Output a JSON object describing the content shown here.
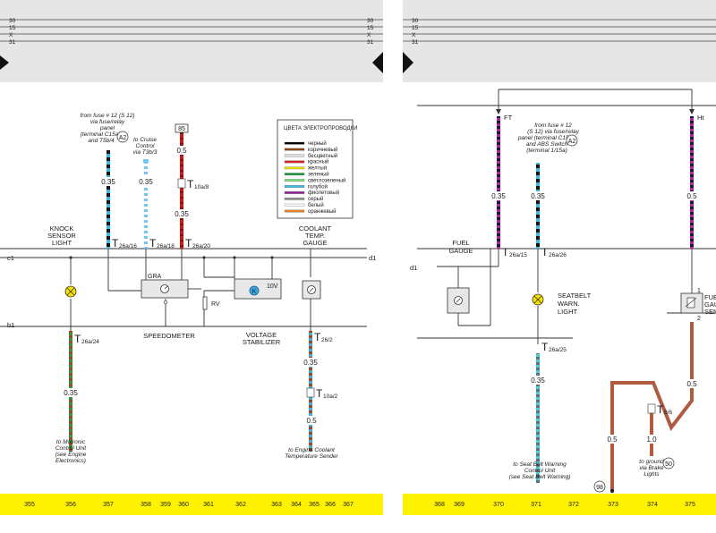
{
  "header": {
    "rows": [
      "30",
      "15",
      "X",
      "31"
    ]
  },
  "footer": {
    "left": [
      "355",
      "356",
      "357",
      "358",
      "359",
      "360",
      "361",
      "362",
      "363",
      "364",
      "365",
      "366",
      "367"
    ],
    "right": [
      "368",
      "369",
      "370",
      "371",
      "372",
      "373",
      "374",
      "375"
    ]
  },
  "legend": {
    "title": "ЦВЕТА ЭЛЕКТРОПРОВОДКИ",
    "items": [
      {
        "label": "черный",
        "color": "#000000"
      },
      {
        "label": "коричневый",
        "color": "#8b4513"
      },
      {
        "label": "бесцветный",
        "color": "#dddddd"
      },
      {
        "label": "красный",
        "color": "#e02020"
      },
      {
        "label": "желтый",
        "color": "#f0e000"
      },
      {
        "label": "зеленый",
        "color": "#1a9a3a"
      },
      {
        "label": "светлозеленый",
        "color": "#7fe07f"
      },
      {
        "label": "голубой",
        "color": "#40c0e0"
      },
      {
        "label": "фиолетовый",
        "color": "#9020a0"
      },
      {
        "label": "серый",
        "color": "#909090"
      },
      {
        "label": "белый",
        "color": "#ffffff"
      },
      {
        "label": "оранжевый",
        "color": "#f08020"
      }
    ]
  },
  "bus": {
    "c1": "c1",
    "d1": "d1",
    "b1": "b1"
  },
  "fuse_box": "85",
  "notes": {
    "fuse12_left": [
      "from fuse # 12 (S 12)",
      "via fuse/relay",
      "panel",
      "(terminal C15a),",
      "and T5b/4"
    ],
    "a2": "A2",
    "cruise": [
      "to Cruise",
      "Control",
      "via T3b/3"
    ],
    "fuse12_right": [
      "from fuse # 12",
      "(S 12) via fuse/relay",
      "panel (terminal C15a),",
      "and ABS Switch",
      "(terminal 1/15a)"
    ],
    "motronic": [
      "to Motronic",
      "Control Unit",
      "(see Engine",
      "Electronics)"
    ],
    "coolant_sender": [
      "to Engine Coolant",
      "Temperature Sender"
    ],
    "seatbelt_cu": [
      "to Seat Belt Warning",
      "Control Unit",
      "(see Seat Belt Warning)"
    ],
    "ground_brake": [
      "to ground",
      "via Brake",
      "Lights"
    ],
    "circle50": "50",
    "circle98": "98"
  },
  "components": {
    "knock": [
      "KNOCK",
      "SENSOR",
      "LIGHT"
    ],
    "coolant_gauge": [
      "COOLANT",
      "TEMP.",
      "GAUGE"
    ],
    "speedometer": "SPEEDOMETER",
    "voltage_stab": [
      "VOLTAGE",
      "STABILIZER"
    ],
    "gra": "GRA",
    "rv": "RV",
    "v10": "10V",
    "fuel_gauge": [
      "FUEL",
      "GAUGE"
    ],
    "seatbelt_light": [
      "SEATBELT",
      "WARN.",
      "LIGHT"
    ],
    "fuel_sender_partial": [
      "FUEL",
      "GAU",
      "SEN"
    ],
    "ft": "FT",
    "ht": "Ht",
    "pin1": "1",
    "pin2": "2"
  },
  "wire_sizes": {
    "w1": "0.35",
    "w2": "0.35",
    "w3a": "0.5",
    "w3b": "0.35",
    "w4": "0.35",
    "w5a": "0.35",
    "w5b": "0.5",
    "w6": "0.35",
    "w7": "0.35",
    "w8": "0.5",
    "w9": "0.35",
    "w10": "0.5",
    "w11": "0.5",
    "w12": "1.0"
  },
  "terminals": {
    "t1": {
      "main": "T",
      "sub": "26a/16"
    },
    "t2": {
      "main": "T",
      "sub": "26a/18"
    },
    "t3": {
      "main": "T",
      "sub": "26a/20"
    },
    "t4": {
      "main": "T",
      "sub": "10a/8"
    },
    "t5": {
      "main": "T",
      "sub": "26a/24"
    },
    "t6": {
      "main": "T",
      "sub": "26/2"
    },
    "t7": {
      "main": "T",
      "sub": "10a/2"
    },
    "t8": {
      "main": "T",
      "sub": "26a/15"
    },
    "t9": {
      "main": "T",
      "sub": "26a/26"
    },
    "t10": {
      "main": "T",
      "sub": "26a/25"
    },
    "t11": {
      "main": "T",
      "sub": "6/6"
    }
  }
}
